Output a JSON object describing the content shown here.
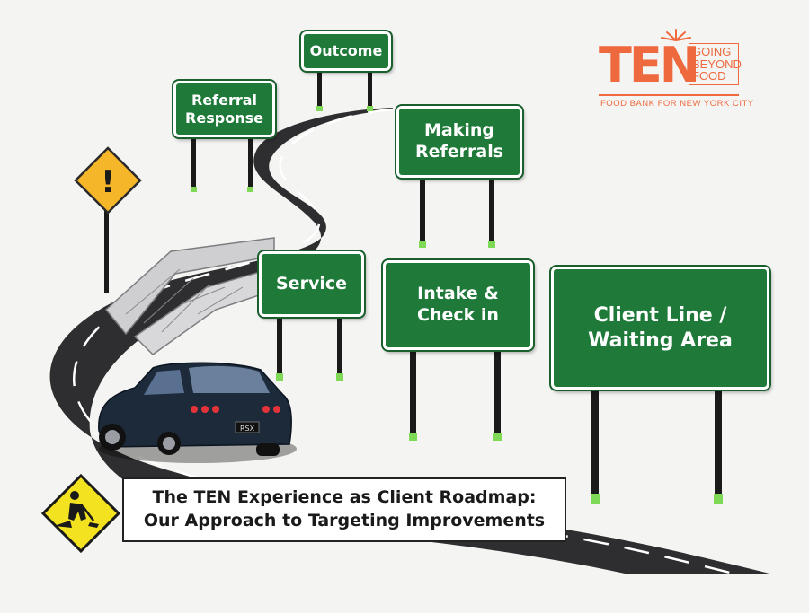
{
  "signs": [
    {
      "label": "Outcome"
    },
    {
      "label": "Referral\nResponse"
    },
    {
      "label": "Making\nReferrals"
    },
    {
      "label": "Service"
    },
    {
      "label": "Intake &\nCheck in"
    },
    {
      "label": "Client Line /\nWaiting Area"
    }
  ],
  "warning_sign": {
    "symbol": "!"
  },
  "logo": {
    "name": "TEN",
    "tagline": [
      "GOING",
      "BEYOND",
      "FOOD"
    ],
    "subtitle": "FOOD BANK FOR NEW YORK CITY"
  },
  "car": {
    "badge": "RSX"
  },
  "caption": {
    "line1": "The TEN Experience as Client Roadmap:",
    "line2": "Our Approach to Targeting Improvements"
  },
  "colors": {
    "sign_green": "#1f7a3a",
    "brand_orange": "#ee6a3e",
    "road": "#2e2e30",
    "warning_yellow": "#f6b62a",
    "car": "#1c2a3a"
  }
}
